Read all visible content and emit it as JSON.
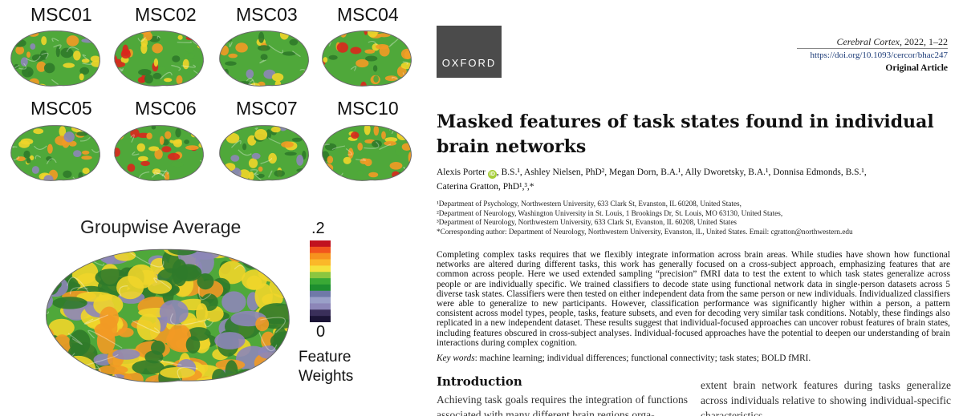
{
  "figure": {
    "subject_labels": [
      "MSC01",
      "MSC02",
      "MSC03",
      "MSC04",
      "MSC05",
      "MSC06",
      "MSC07",
      "MSC10"
    ],
    "group_title": "Groupwise Average",
    "legend": {
      "max_label": ".2",
      "min_label": "0",
      "caption_line1": "Feature",
      "caption_line2": "Weights",
      "colors": [
        "#c1121f",
        "#f2551d",
        "#f7931e",
        "#fbb829",
        "#f5e23c",
        "#8cc63f",
        "#3aa935",
        "#1e8f2f",
        "#6f79a8",
        "#9aa0c8",
        "#8c86b8",
        "#3a2f5a",
        "#1b1436"
      ]
    },
    "brain_colors": {
      "base": "#4fa83a",
      "dark": "#2f7a2a",
      "yellow": "#f0d52a",
      "orange": "#f29a25",
      "red": "#d9271d",
      "purple": "#8d86b8"
    }
  },
  "paper": {
    "publisher": "OXFORD",
    "journal": "Cerebral Cortex",
    "journal_info": ", 2022, 1–22",
    "doi": "https://doi.org/10.1093/cercor/bhac247",
    "article_type": "Original Article",
    "title": "Masked features of task states found in individual brain networks",
    "authors_line1_a": "Alexis Porter",
    "orcid": "iD",
    "authors_line1_b": ", B.S.¹, Ashley Nielsen, PhD², Megan Dorn, B.A.¹, Ally Dworetsky, B.A.¹, Donnisa Edmonds, B.S.¹,",
    "authors_line2": "Caterina Gratton, PhD¹,³,*",
    "affiliations": [
      "¹Department of Psychology, Northwestern University, 633 Clark St, Evanston, IL 60208, United States,",
      "²Department of Neurology, Washington University in St. Louis, 1 Brookings Dr, St. Louis, MO 63130, United States,",
      "³Department of Neurology, Northwestern University, 633 Clark St, Evanston, IL 60208, United States",
      "*Corresponding author: Department of Neurology, Northwestern University, Evanston, IL, United States. Email: cgratton@northwestern.edu"
    ],
    "abstract": "Completing complex tasks requires that we flexibly integrate information across brain areas. While studies have shown how functional networks are altered during different tasks, this work has generally focused on a cross-subject approach, emphasizing features that are common across people. Here we used extended sampling “precision” fMRI data to test the extent to which task states generalize across people or are individually specific. We trained classifiers to decode state using functional network data in single-person datasets across 5 diverse task states. Classifiers were then tested on either independent data from the same person or new individuals. Individualized classifiers were able to generalize to new participants. However, classification performance was significantly higher within a person, a pattern consistent across model types, people, tasks, feature subsets, and even for decoding very similar task conditions. Notably, these findings also replicated in a new independent dataset. These results suggest that individual-focused approaches can uncover robust features of brain states, including features obscured in cross-subject analyses. Individual-focused approaches have the potential to deepen our understanding of brain interactions during complex cognition.",
    "keywords_label": "Key words",
    "keywords": ": machine learning; individual differences; functional connectivity; task states; BOLD fMRI.",
    "section_heading": "Introduction",
    "col1_text": "Achieving task goals requires the integration of functions associated with many different brain regions orga-",
    "col2_text": "extent brain network features during tasks generalize across individuals relative to showing individual-specific characteristics."
  }
}
